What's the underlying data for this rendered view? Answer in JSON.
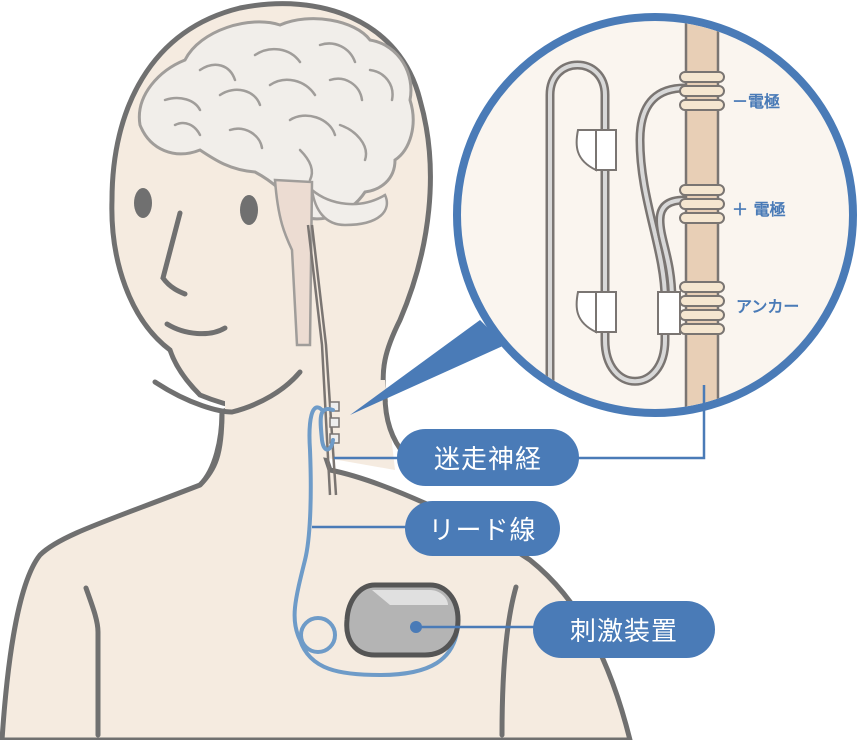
{
  "diagram": {
    "subject": "vagus nerve stimulation system",
    "labels": {
      "vagus_nerve": "迷走神経",
      "lead_wire": "リード線",
      "stimulator": "刺激装置"
    },
    "inset_labels": {
      "negative_electrode": "－電極",
      "positive_electrode": "＋ 電極",
      "anchor": "アンカー"
    },
    "colors": {
      "accent": "#4a7bb7",
      "lead": "#6e9bc8",
      "skin": "#f5ebe0",
      "outline": "#707070",
      "brain": "#f1eeea",
      "nerve": "#e8cfb6",
      "device": "#b4b4b4"
    }
  }
}
